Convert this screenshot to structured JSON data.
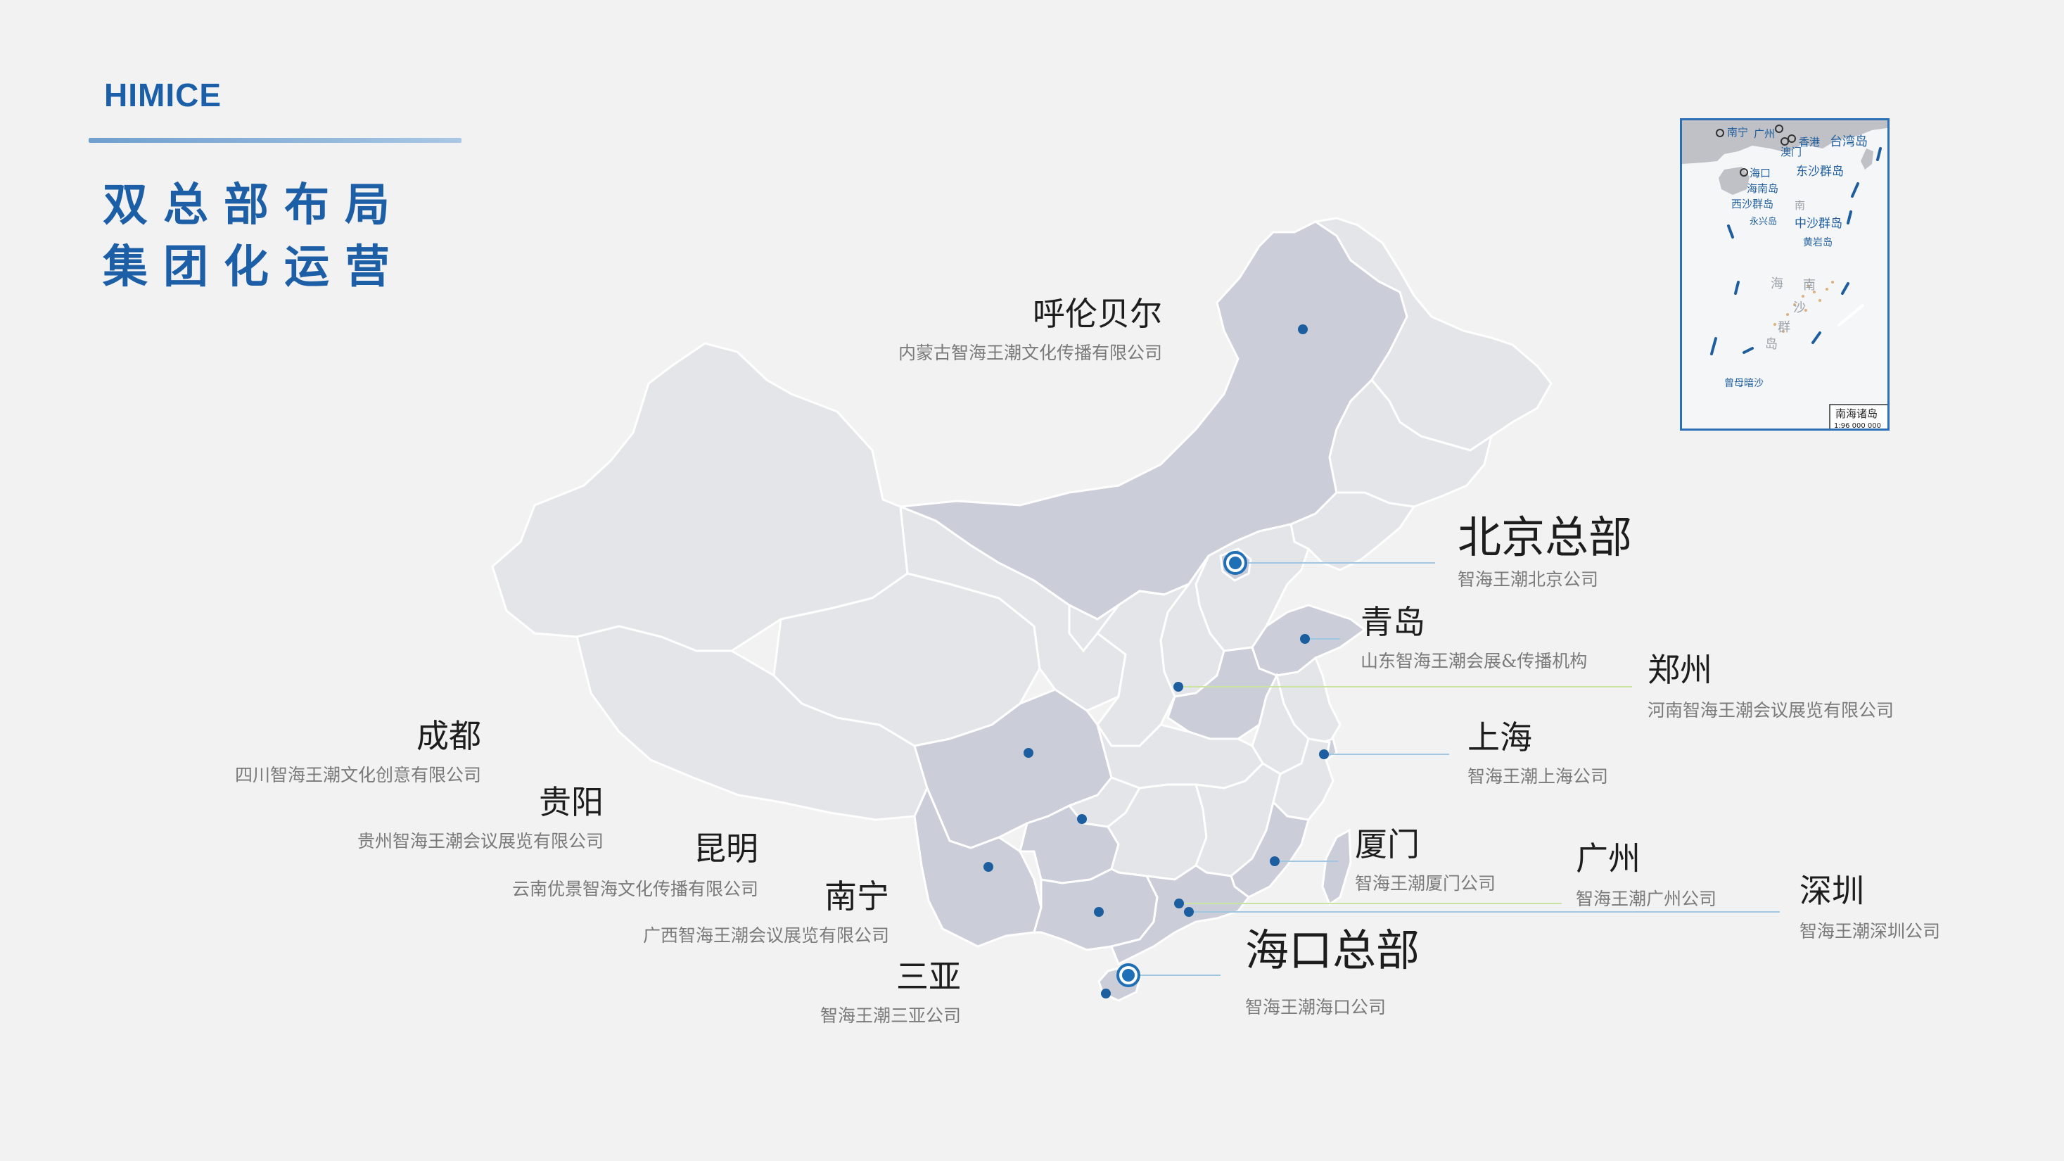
{
  "brand": "HIMICE",
  "headline": [
    "双总部布局",
    "集团化运营"
  ],
  "colors": {
    "accent": "#1d5fa6",
    "province": "#e3e4e8",
    "highlighted_province": "#c9ccd6",
    "border": "#ffffff",
    "hq_marker": "#1e6fb6",
    "line_blue": "#7fb6da",
    "line_green": "#bfe08e"
  },
  "locations": [
    {
      "name": "呼伦贝尔",
      "company": "内蒙古智海王潮文化传播有限公司",
      "kind": "office"
    },
    {
      "name": "北京总部",
      "company": "智海王潮北京公司",
      "kind": "hq"
    },
    {
      "name": "青岛",
      "company": "山东智海王潮会展&传播机构",
      "kind": "office"
    },
    {
      "name": "郑州",
      "company": "河南智海王潮会议展览有限公司",
      "kind": "office"
    },
    {
      "name": "上海",
      "company": "智海王潮上海公司",
      "kind": "office"
    },
    {
      "name": "成都",
      "company": "四川智海王潮文化创意有限公司",
      "kind": "office"
    },
    {
      "name": "贵阳",
      "company": "贵州智海王潮会议展览有限公司",
      "kind": "office"
    },
    {
      "name": "昆明",
      "company": "云南优景智海文化传播有限公司",
      "kind": "office"
    },
    {
      "name": "南宁",
      "company": "广西智海王潮会议展览有限公司",
      "kind": "office"
    },
    {
      "name": "厦门",
      "company": "智海王潮厦门公司",
      "kind": "office"
    },
    {
      "name": "广州",
      "company": "智海王潮广州公司",
      "kind": "office"
    },
    {
      "name": "深圳",
      "company": "智海王潮深圳公司",
      "kind": "office"
    },
    {
      "name": "三亚",
      "company": "智海王潮三亚公司",
      "kind": "office"
    },
    {
      "name": "海口总部",
      "company": "智海王潮海口公司",
      "kind": "hq"
    }
  ],
  "inset": {
    "labels": [
      "南宁",
      "广州",
      "香港",
      "澳门",
      "台湾岛",
      "海口",
      "东沙群岛",
      "海南岛",
      "西沙群岛",
      "永兴岛",
      "中沙群岛",
      "黄岩岛",
      "南",
      "海",
      "南",
      "沙",
      "群",
      "岛",
      "曾母暗沙"
    ],
    "caption": "南海诸岛",
    "scale": "1:96 000 000"
  }
}
